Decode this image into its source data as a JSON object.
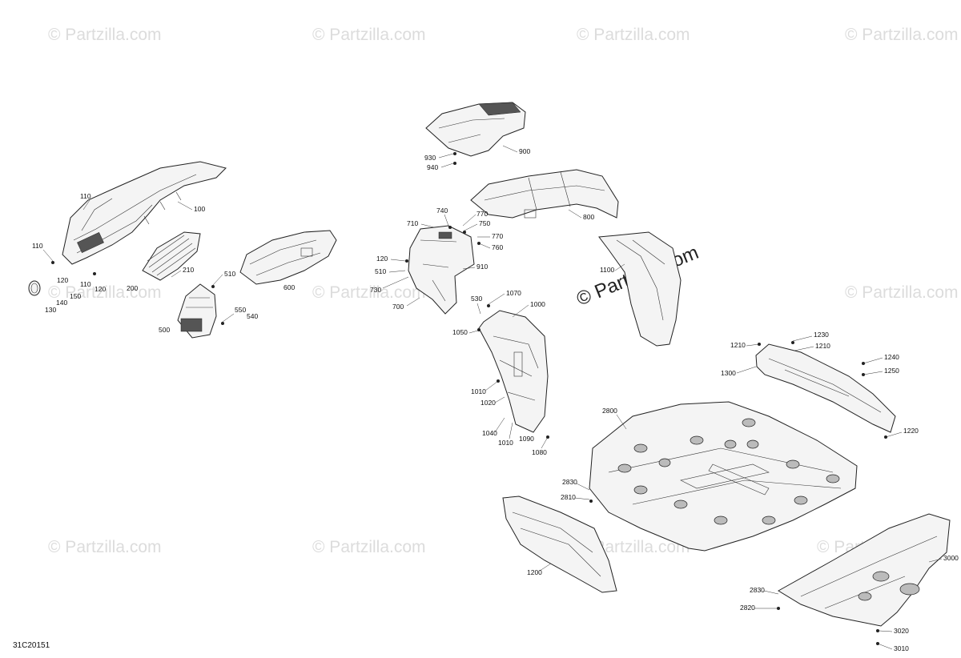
{
  "diagram": {
    "id_code": "31C20151",
    "watermark_text": "© Partzilla.com",
    "callouts": {
      "c100": "100",
      "c110a": "110",
      "c110b": "110",
      "c110c": "110",
      "c120a": "120",
      "c120b": "120",
      "c130": "130",
      "c140": "140",
      "c150": "150",
      "c200": "200",
      "c210": "210",
      "c500": "500",
      "c510a": "510",
      "c510b": "510",
      "c540": "540",
      "c550": "550",
      "c530": "530",
      "c600": "600",
      "c700": "700",
      "c710": "710",
      "c730": "730",
      "c740": "740",
      "c750": "750",
      "c760": "760",
      "c770a": "770",
      "c770b": "770",
      "c800": "800",
      "c900": "900",
      "c910": "910",
      "c930": "930",
      "c940": "940",
      "c1000": "1000",
      "c1010a": "1010",
      "c1010b": "1010",
      "c1020": "1020",
      "c1040": "1040",
      "c1050": "1050",
      "c1070": "1070",
      "c1080": "1080",
      "c1090": "1090",
      "c1100": "1100",
      "c1200": "1200",
      "c1210a": "1210",
      "c1210b": "1210",
      "c1220": "1220",
      "c1230": "1230",
      "c1240": "1240",
      "c1250": "1250",
      "c1300": "1300",
      "c2800": "2800",
      "c2810": "2810",
      "c2820": "2820",
      "c2830a": "2830",
      "c2830b": "2830",
      "c3000": "3000",
      "c3010": "3010",
      "c3020": "3020"
    }
  }
}
